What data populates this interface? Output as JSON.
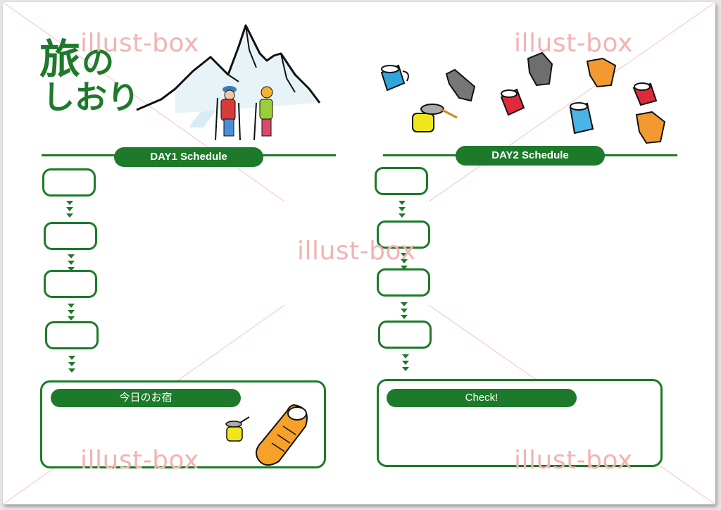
{
  "document": {
    "title_line1_kanji": "旅",
    "title_line1_kana": "の",
    "title_line2": "しおり",
    "day1_label": "DAY1  Schedule",
    "day2_label": "DAY2  Schedule",
    "lodging_label": "今日のお宿",
    "check_label": "Check!"
  },
  "watermark": {
    "text": "illust-box"
  },
  "colors": {
    "accent_green": "#1d7a2a",
    "watermark_pink": "#f3b3b3"
  }
}
